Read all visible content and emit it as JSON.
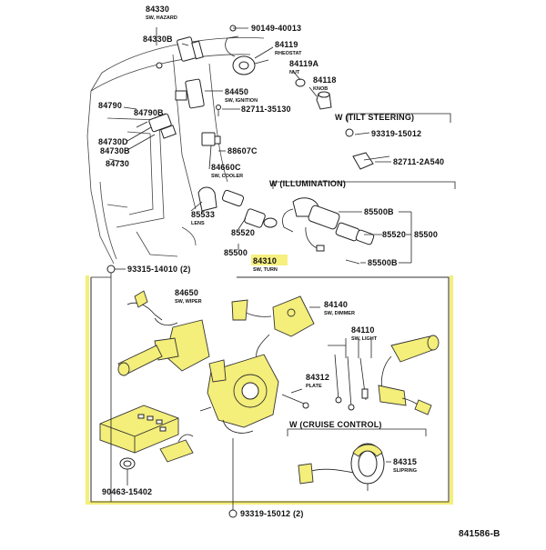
{
  "diagram_id": "841586-B",
  "parts": {
    "p84330": {
      "num": "84330",
      "sub": "SW, HAZARD"
    },
    "p84330b": {
      "num": "84330B"
    },
    "p90149": {
      "num": "90149-40013"
    },
    "p84119": {
      "num": "84119",
      "sub": "RHEOSTAT"
    },
    "p84119a": {
      "num": "84119A",
      "sub": "NUT"
    },
    "p84118": {
      "num": "84118",
      "sub": "KNOB"
    },
    "p84790": {
      "num": "84790"
    },
    "p84790b": {
      "num": "84790B"
    },
    "p84450": {
      "num": "84450",
      "sub": "SW, IGNITION"
    },
    "p82711_35130": {
      "num": "82711-35130"
    },
    "p84730d": {
      "num": "84730D"
    },
    "p84730b": {
      "num": "84730B"
    },
    "p84730": {
      "num": "84730"
    },
    "p88607c": {
      "num": "88607C"
    },
    "p84660c": {
      "num": "84660C",
      "sub": "SW, COOLER"
    },
    "p85533": {
      "num": "85533",
      "sub": "LENS"
    },
    "p85520a": {
      "num": "85520"
    },
    "p85500a": {
      "num": "85500"
    },
    "p84310": {
      "num": "84310",
      "sub": "SW, TURN"
    },
    "p93315": {
      "num": "93315-14010 (2)"
    },
    "p84650": {
      "num": "84650",
      "sub": "SW, WIPER"
    },
    "p84140": {
      "num": "84140",
      "sub": "SW, DIMMER"
    },
    "p84110": {
      "num": "84110",
      "sub": "SW, LIGHT"
    },
    "p84312": {
      "num": "84312",
      "sub": "PLATE"
    },
    "p90463": {
      "num": "90463-15402"
    },
    "p93319b": {
      "num": "93319-15012 (2)"
    },
    "p93319a": {
      "num": "93319-15012"
    },
    "p82711_2a540": {
      "num": "82711-2A540"
    },
    "p85500b_top": {
      "num": "85500B"
    },
    "p85520b": {
      "num": "85520"
    },
    "p85500b": {
      "num": "85500"
    },
    "p85500b_bot": {
      "num": "85500B"
    },
    "p84315": {
      "num": "84315",
      "sub": "SLIPRING"
    }
  },
  "groups": {
    "tilt": "W (TILT STEERING)",
    "illumination": "W (ILLUMINATION)",
    "cruise": "W (CRUISE CONTROL)"
  },
  "colors": {
    "highlight": "#f4ee7a",
    "line": "#222222",
    "background": "#ffffff"
  }
}
